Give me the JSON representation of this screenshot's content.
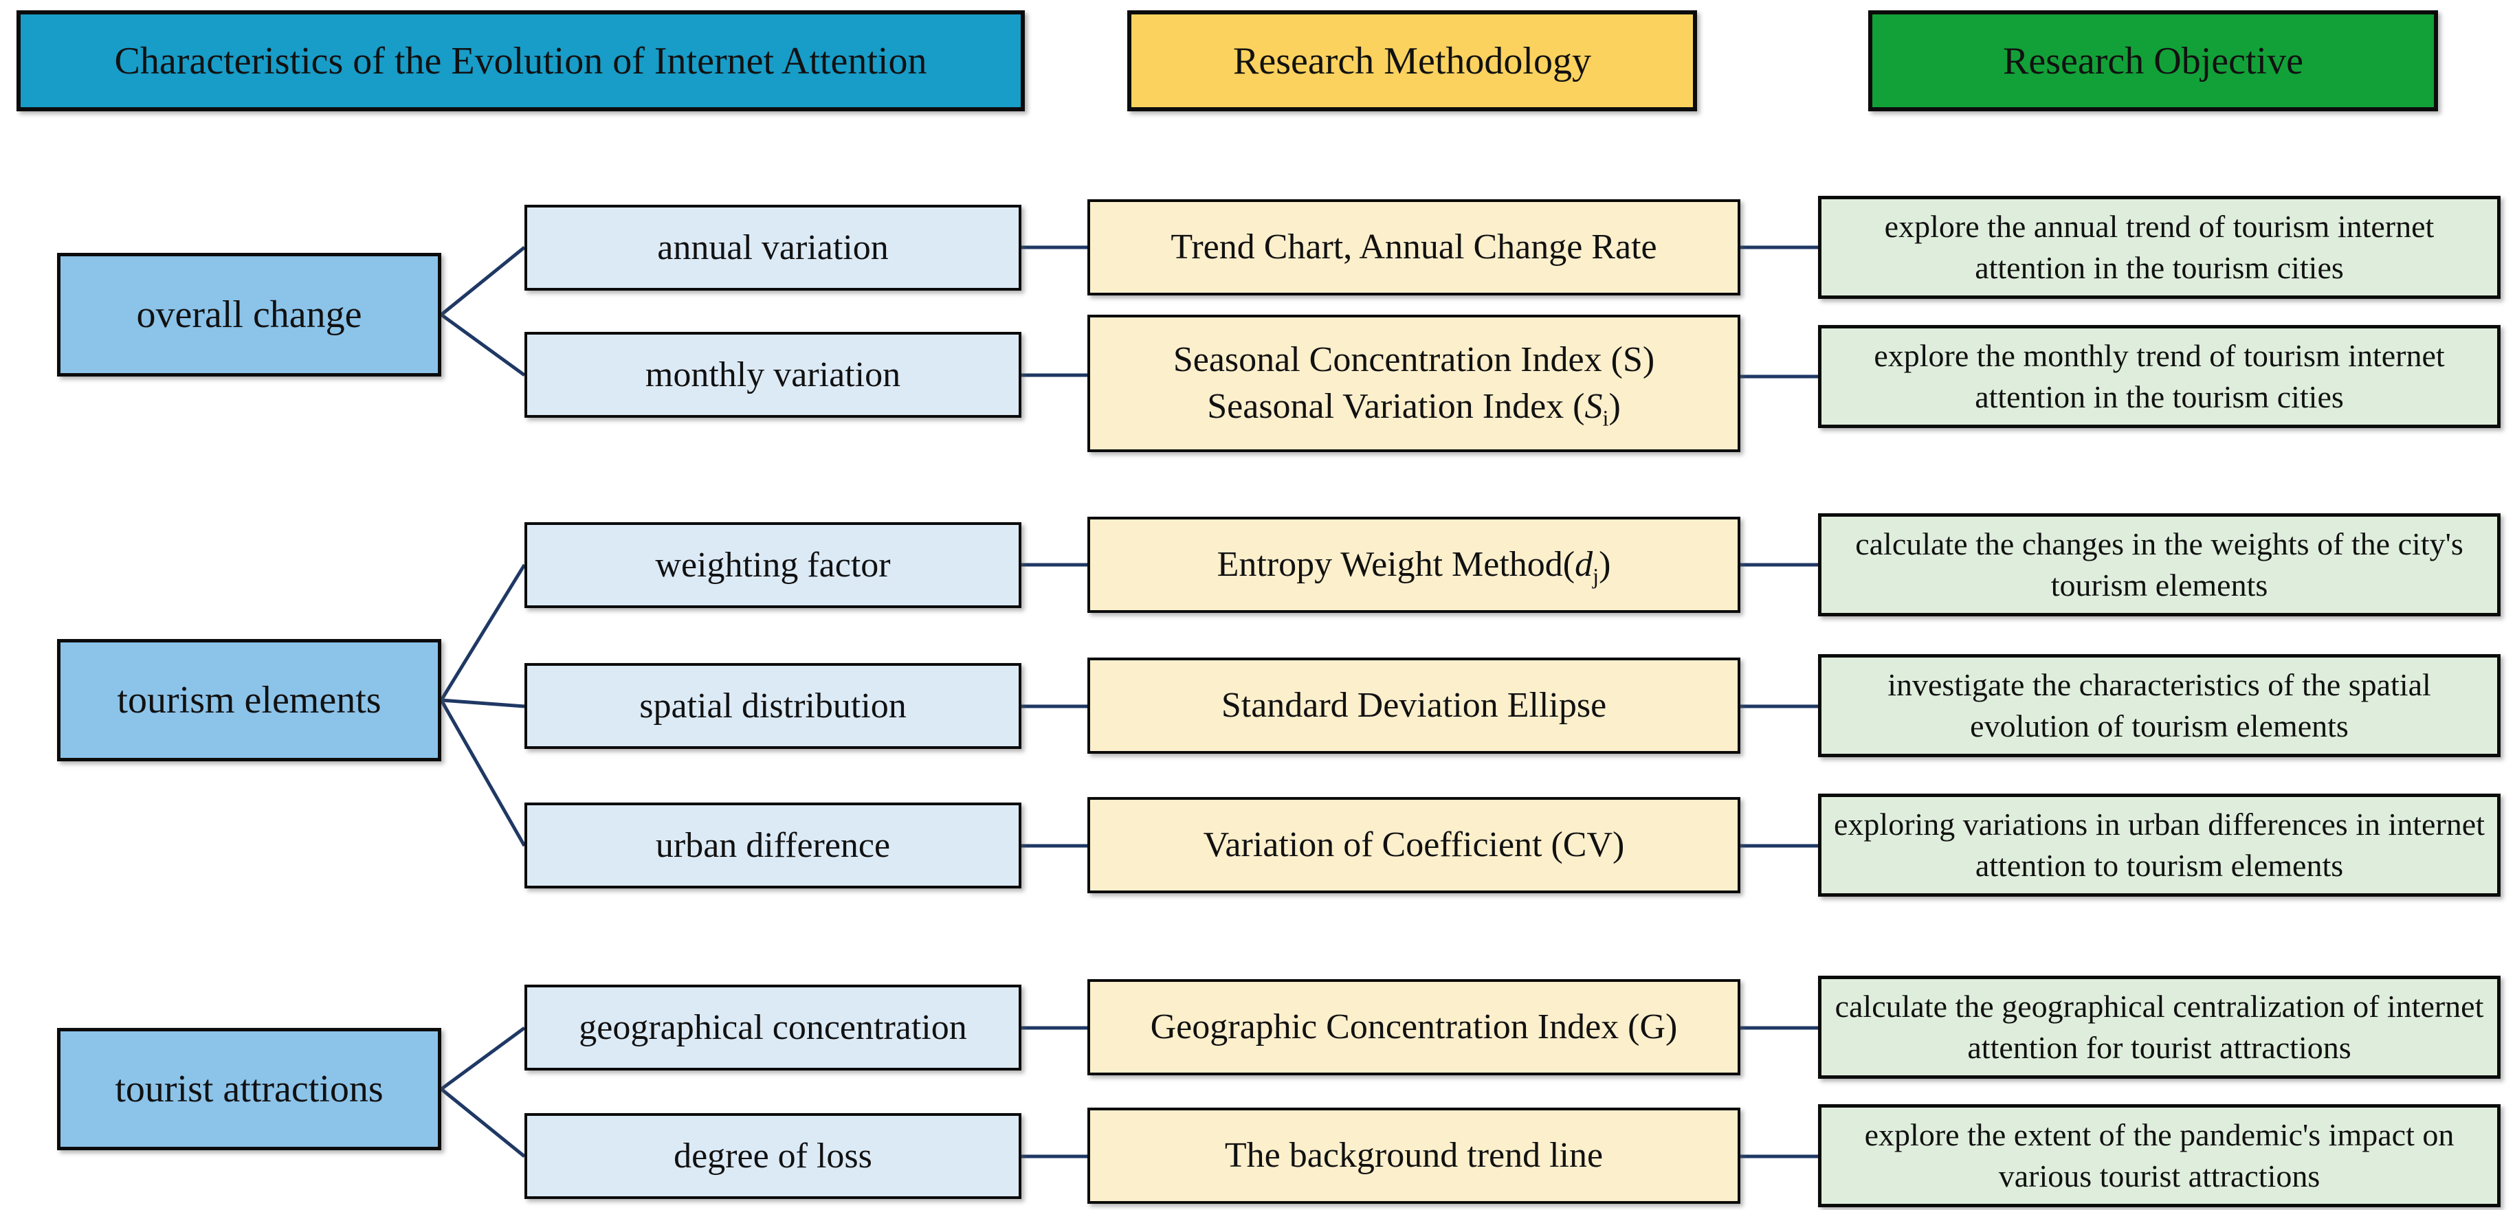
{
  "headers": {
    "characteristics": "Characteristics of the Evolution of Internet Attention",
    "methodology": "Research Methodology",
    "objective": "Research Objective"
  },
  "groups": [
    {
      "label": "overall change",
      "rows": [
        {
          "branch": "annual variation",
          "method": {
            "pre": "Trend Chart, Annual Change Rate",
            "it": "",
            "sub": "",
            "post": ""
          },
          "objective": "explore the annual trend of tourism internet attention in the tourism cities"
        },
        {
          "branch": "monthly variation",
          "method": {
            "line1": "Seasonal Concentration Index (S)",
            "line2": {
              "pre": "Seasonal Variation Index (",
              "it": "S",
              "sub": "i",
              "post": ")"
            }
          },
          "objective": "explore the monthly trend of tourism internet attention in the tourism cities"
        }
      ]
    },
    {
      "label": "tourism elements",
      "rows": [
        {
          "branch": "weighting factor",
          "method": {
            "pre": "Entropy Weight Method(",
            "it": "d",
            "sub": "j",
            "post": ")"
          },
          "objective": "calculate the changes in the weights of the city's tourism elements"
        },
        {
          "branch": "spatial distribution",
          "method": {
            "pre": "Standard Deviation Ellipse",
            "it": "",
            "sub": "",
            "post": ""
          },
          "objective": "investigate the characteristics of the spatial evolution of tourism elements"
        },
        {
          "branch": "urban difference",
          "method": {
            "pre": "Variation of Coefficient (CV)",
            "it": "",
            "sub": "",
            "post": ""
          },
          "objective": "exploring variations in urban differences in internet attention to tourism elements"
        }
      ]
    },
    {
      "label": "tourist attractions",
      "rows": [
        {
          "branch": "geographical concentration",
          "method": {
            "pre": "Geographic Concentration Index (G)",
            "it": "",
            "sub": "",
            "post": ""
          },
          "objective": "calculate the geographical centralization of internet attention for tourist attractions"
        },
        {
          "branch": "degree of loss",
          "method": {
            "pre": "The background trend line",
            "it": "",
            "sub": "",
            "post": ""
          },
          "objective": "explore the extent of the pandemic's impact on various tourist attractions"
        }
      ]
    }
  ],
  "colors": {
    "header_blue": "#189CC8",
    "header_yellow": "#FBD25E",
    "header_green": "#12A138",
    "group_fill": "#8CC3E9",
    "branch_fill": "#DCEAF6",
    "method_fill": "#FCEFCC",
    "objective_fill": "#DFEEDC",
    "connector": "#1F3864",
    "border": "#0B0B0B"
  }
}
